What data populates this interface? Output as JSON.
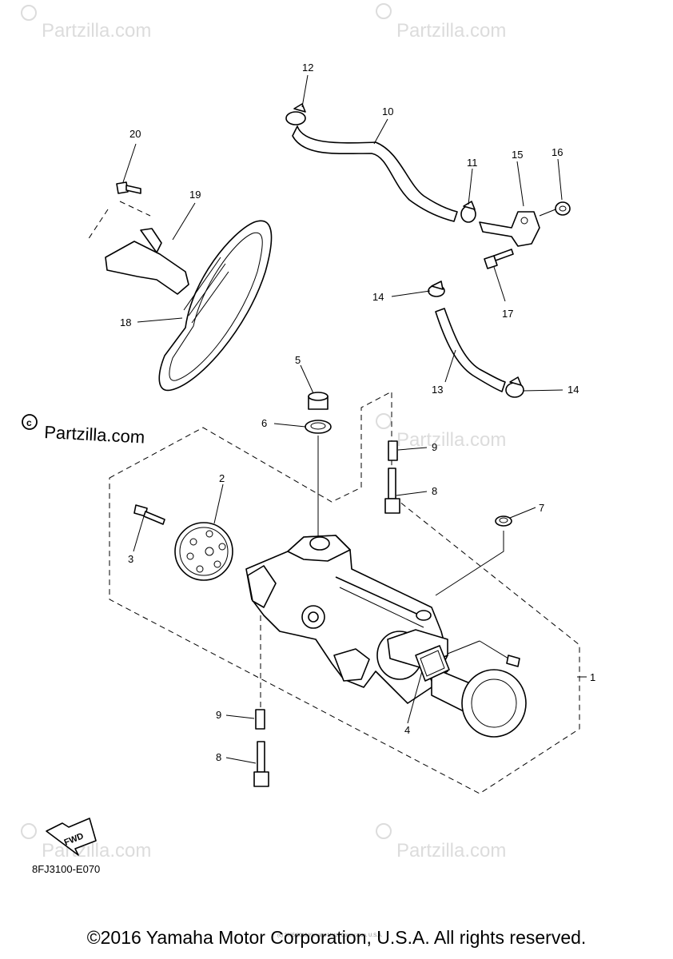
{
  "watermarks": {
    "site": "Partzilla.com",
    "main": "Partzilla.com",
    "copyright_symbol": "©"
  },
  "callouts": {
    "c1": "1",
    "c2": "2",
    "c3": "3",
    "c4": "4",
    "c5": "5",
    "c6": "6",
    "c7": "7",
    "c8a": "8",
    "c8b": "8",
    "c9a": "9",
    "c9b": "9",
    "c10": "10",
    "c11": "11",
    "c12": "12",
    "c13": "13",
    "c14a": "14",
    "c14b": "14",
    "c15": "15",
    "c16": "16",
    "c17": "17",
    "c18": "18",
    "c19": "19",
    "c20": "20"
  },
  "fwd_label": "FWD",
  "diagram_code": "8FJ3100-E070",
  "small_print": "(c) 2005-2016 Yamaha Motor Corporation, U.S.A.",
  "footer": "©2016 Yamaha Motor Corporation, U.S.A. All rights reserved."
}
